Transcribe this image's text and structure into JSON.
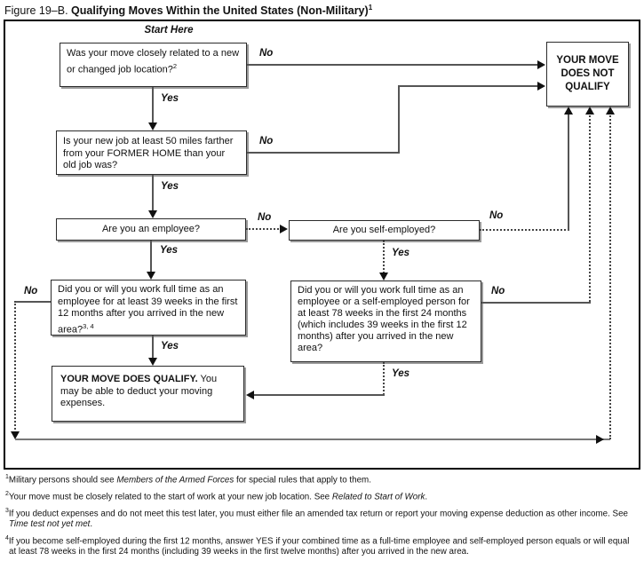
{
  "title": {
    "prefix": "Figure 19–B.",
    "main": " Qualifying Moves Within the United States (Non-Military)",
    "superscript": "1"
  },
  "start_here": "Start Here",
  "labels": {
    "yes": "Yes",
    "no": "No"
  },
  "boxes": {
    "q1": {
      "text": "Was your move closely related to a new or changed job location?",
      "superscript": "2"
    },
    "q2": {
      "text": "Is your new job at least 50 miles farther from your FORMER HOME than your old job was?"
    },
    "q3": {
      "text": "Are you an employee?"
    },
    "q4": {
      "text": "Are you self-employed?"
    },
    "q5": {
      "text": "Did you or will you work full time as an employee for at least 39 weeks in the first 12 months after you arrived in the new area?",
      "superscript": "3, 4"
    },
    "q6": {
      "text": "Did you or will you work full time as an employee or a self-employed person for at least 78 weeks in the first 24 months (which includes 39 weeks in the first 12 months) after you arrived in the new area?"
    },
    "qualify": {
      "title": "YOUR MOVE DOES QUALIFY.",
      "text": "You may be able to deduct your moving expenses."
    },
    "not_qualify": {
      "text": "YOUR MOVE DOES NOT QUALIFY"
    }
  },
  "footnotes": [
    {
      "sup": "1",
      "pre": "Military persons should see ",
      "italic": "Members of the Armed Forces",
      "post": " for special rules that apply to them."
    },
    {
      "sup": "2",
      "pre": "Your move must be closely related to the start of work at your new job location. See ",
      "italic": "Related to Start of Work",
      "post": "."
    },
    {
      "sup": "3",
      "pre": "If you deduct expenses and do not meet this test later, you must either file an amended tax return or report your moving expense deduction as other income. See ",
      "italic": "Time test not yet met",
      "post": "."
    },
    {
      "sup": "4",
      "pre": "If you become self-employed during the first 12 months, answer YES if your combined time as a full-time employee and self-employed person equals or will equal at least 78 weeks in the first 24 months (including 39 weeks in the first twelve months) after you arrived in the new area.",
      "italic": "",
      "post": ""
    }
  ]
}
